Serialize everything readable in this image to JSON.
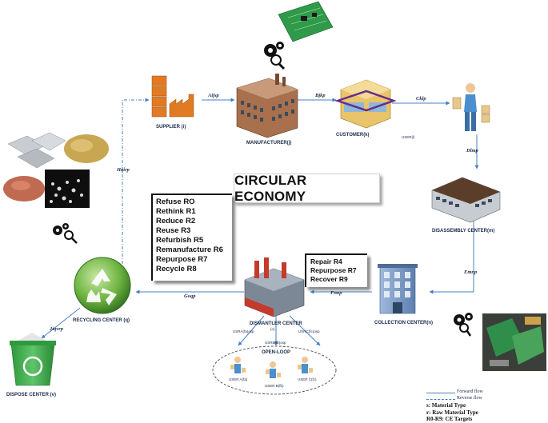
{
  "title": "CIRCULAR ECONOMY",
  "nodes": {
    "supplier": "SUPPLIER (i)",
    "manufacturer": "MANUFACTURER(j)",
    "customer": "CUSTOMER(k)",
    "user": "USER(l)",
    "disassembly": "DISASSEMBLY CENTER(m)",
    "collection": "COLLECTION CENTER(n)",
    "dismantler": "DISMANTLER CENTER",
    "dismantler_sub": "(o)",
    "recycling": "RECYCLING CENTER (q)",
    "dispose": "DISPOSE CENTER (v)"
  },
  "flows": {
    "supplier_manufacturer": "Aijsp",
    "manufacturer_customer": "Bjkp",
    "customer_user": "Cklp",
    "user_disassembly": "Dlmp",
    "disassembly_collection": "Emnp",
    "collection_dismantler": "Fnop",
    "dismantler_recycling": "Goqp",
    "recycling_supplier": "Hqirp",
    "recycling_dispose": "Jiqvrp"
  },
  "open_loop": {
    "label": "OPEN-LOOP",
    "flow_a": "USRA(fa)osp",
    "flow_b": "USRB(fb)osp",
    "flow_c": "USRC(fc)osp",
    "user_a": "USER A(fa)",
    "user_b": "USER B(fb)",
    "user_c": "USER C(fc)"
  },
  "ce_targets_list": [
    "Refuse RO",
    "Rethink R1",
    "Reduce R2",
    "Reuse R3",
    "Refurbish R5",
    "Remanufacture R6",
    "Repurpose R7",
    "Recycle R8"
  ],
  "recovery_list": [
    "Repair R4",
    "Repurpose R7",
    "Recover R9"
  ],
  "legend": {
    "forward": "Forward flow",
    "reverse": "Reverse flow",
    "notes": [
      "s: Material Type",
      "r: Raw Material Type",
      "R0-R9: CE Targets"
    ]
  },
  "colors": {
    "flow_line": "#4a7fc1",
    "supplier_orange": "#e07b24",
    "building_brown": "#8b5a3c",
    "customer_yellow": "#e9c46a",
    "recycle_green": "#5fae3a",
    "bin_green": "#3cae4a",
    "collection_blue": "#7a9cc7"
  },
  "icons": [
    "gear-magnifier-icon",
    "recycle-symbol-icon",
    "user-person-icon",
    "factory-icon",
    "circuit-board-image"
  ]
}
